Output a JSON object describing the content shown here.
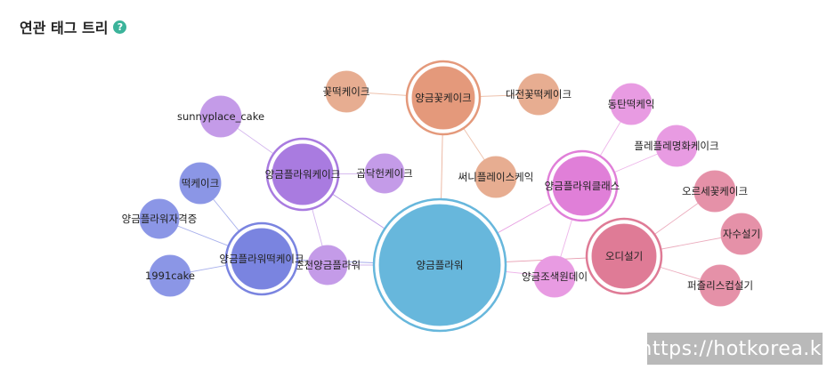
{
  "section": {
    "title": "연관 태그 트리",
    "help_icon": "question-icon"
  },
  "graph": {
    "nodes": [
      {
        "id": "main",
        "label": "양금플라워",
        "color": "#67b7dc",
        "ring": true
      },
      {
        "id": "flowercake",
        "label": "양금꽃케이크",
        "color": "#e4997b",
        "ring": true
      },
      {
        "id": "flowerricecake",
        "label": "꽃떡케이크",
        "color": "#e7ad91",
        "ring": false
      },
      {
        "id": "daejeon",
        "label": "대전꽃떡케이크",
        "color": "#e7ad91",
        "ring": false
      },
      {
        "id": "sunny",
        "label": "써니플레이스케익",
        "color": "#e7ad91",
        "ring": false
      },
      {
        "id": "sunnyplace",
        "label": "sunnyplace_cake",
        "color": "#c49be8",
        "ring": false
      },
      {
        "id": "flowercake2",
        "label": "양금플라워케이크",
        "color": "#a97be0",
        "ring": true
      },
      {
        "id": "gopdak",
        "label": "곱닥헌케이크",
        "color": "#c49be8",
        "ring": false
      },
      {
        "id": "chuncheon",
        "label": "춘천양금플라워",
        "color": "#c49be8",
        "ring": false
      },
      {
        "id": "ricecake",
        "label": "떡케이크",
        "color": "#8b96e6",
        "ring": false
      },
      {
        "id": "cert",
        "label": "양금플라워자격증",
        "color": "#8b96e6",
        "ring": false
      },
      {
        "id": "cake1991",
        "label": "1991cake",
        "color": "#8b96e6",
        "ring": false
      },
      {
        "id": "flowerrice",
        "label": "양금플라워떡케이크",
        "color": "#7a84e0",
        "ring": true
      },
      {
        "id": "class",
        "label": "양금플라워클래스",
        "color": "#e07fd8",
        "ring": true
      },
      {
        "id": "dongtan",
        "label": "동탄떡케익",
        "color": "#e89be2",
        "ring": false
      },
      {
        "id": "fleur",
        "label": "플레플레명화케이크",
        "color": "#e89be2",
        "ring": false
      },
      {
        "id": "onecolor",
        "label": "양금조색원데이",
        "color": "#e89be2",
        "ring": false
      },
      {
        "id": "odi",
        "label": "오디설기",
        "color": "#df7b96",
        "ring": true
      },
      {
        "id": "orose",
        "label": "오르세꽃케이크",
        "color": "#e591a8",
        "ring": false
      },
      {
        "id": "jasu",
        "label": "자수설기",
        "color": "#e591a8",
        "ring": false
      },
      {
        "id": "puzzle",
        "label": "퍼즐리스컵설기",
        "color": "#e591a8",
        "ring": false
      }
    ],
    "edges": [
      [
        "main",
        "flowercake"
      ],
      [
        "main",
        "flowercake2"
      ],
      [
        "main",
        "flowerrice"
      ],
      [
        "main",
        "class"
      ],
      [
        "main",
        "odi"
      ],
      [
        "main",
        "chuncheon"
      ],
      [
        "main",
        "onecolor"
      ],
      [
        "flowercake",
        "flowerricecake"
      ],
      [
        "flowercake",
        "daejeon"
      ],
      [
        "flowercake",
        "sunny"
      ],
      [
        "flowercake2",
        "sunnyplace"
      ],
      [
        "flowercake2",
        "gopdak"
      ],
      [
        "flowercake2",
        "chuncheon"
      ],
      [
        "flowerrice",
        "ricecake"
      ],
      [
        "flowerrice",
        "cert"
      ],
      [
        "flowerrice",
        "cake1991"
      ],
      [
        "class",
        "dongtan"
      ],
      [
        "class",
        "fleur"
      ],
      [
        "class",
        "onecolor"
      ],
      [
        "odi",
        "orose"
      ],
      [
        "odi",
        "jasu"
      ],
      [
        "odi",
        "puzzle"
      ]
    ]
  },
  "watermark": "https://hotkorea.kr"
}
